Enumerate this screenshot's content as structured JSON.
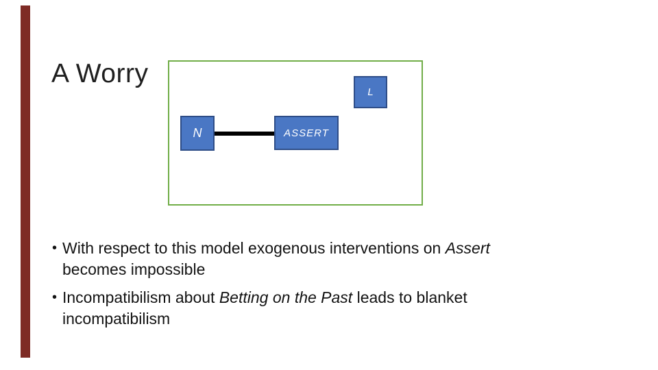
{
  "slide": {
    "title": "A Worry",
    "background_color": "#ffffff",
    "accent_bar_color": "#7e2b25",
    "bullet_char": "•",
    "text_color": "#121212"
  },
  "diagram": {
    "border_color": "#70ad47",
    "node_fill_color": "#4a77c4",
    "node_border_color": "#2e4d87",
    "node_label_color": "#ffffff",
    "connector_color": "#000000",
    "nodes": [
      {
        "id": "L",
        "label": "L"
      },
      {
        "id": "N",
        "label": "N"
      },
      {
        "id": "ASSERT",
        "label": "ASSERT"
      }
    ],
    "connector": {
      "from": "N",
      "to": "ASSERT"
    }
  },
  "bullets": [
    {
      "lines": [
        {
          "segs": [
            {
              "t": "With respect to this model exogenous interventions on "
            },
            {
              "t": "Assert"
            }
          ]
        },
        {
          "segs": [
            {
              "t": "becomes impossible"
            }
          ]
        }
      ]
    },
    {
      "lines": [
        {
          "segs": [
            {
              "t": "Incompatibilism about "
            },
            {
              "t": "Betting on the Past"
            },
            {
              "t": " leads to blanket"
            }
          ]
        },
        {
          "segs": [
            {
              "t": "incompatibilism"
            }
          ]
        }
      ]
    }
  ]
}
